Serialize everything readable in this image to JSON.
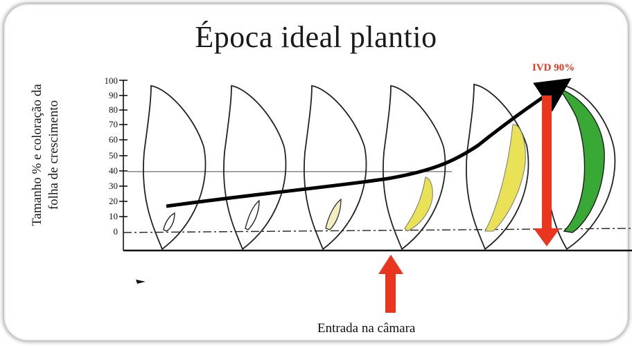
{
  "title": "Época ideal plantio",
  "ylabel_line1": "Tamanho % e coloração da",
  "ylabel_line2": "folha de crescimento",
  "ivd_label": "IVD 90%",
  "entrada_label": "Entrada na câmara",
  "y_ticks": [
    "100",
    "90",
    "80",
    "70",
    "60",
    "50",
    "40",
    "30",
    "20",
    "10",
    "0"
  ],
  "colors": {
    "leaf_outline": "#222222",
    "growth_white": "#ffffff",
    "growth_pale": "#f3eec0",
    "growth_yellow": "#e9e256",
    "growth_green": "#39a935",
    "arrow_red": "#e8361f",
    "trend_arrow": "#000000"
  }
}
